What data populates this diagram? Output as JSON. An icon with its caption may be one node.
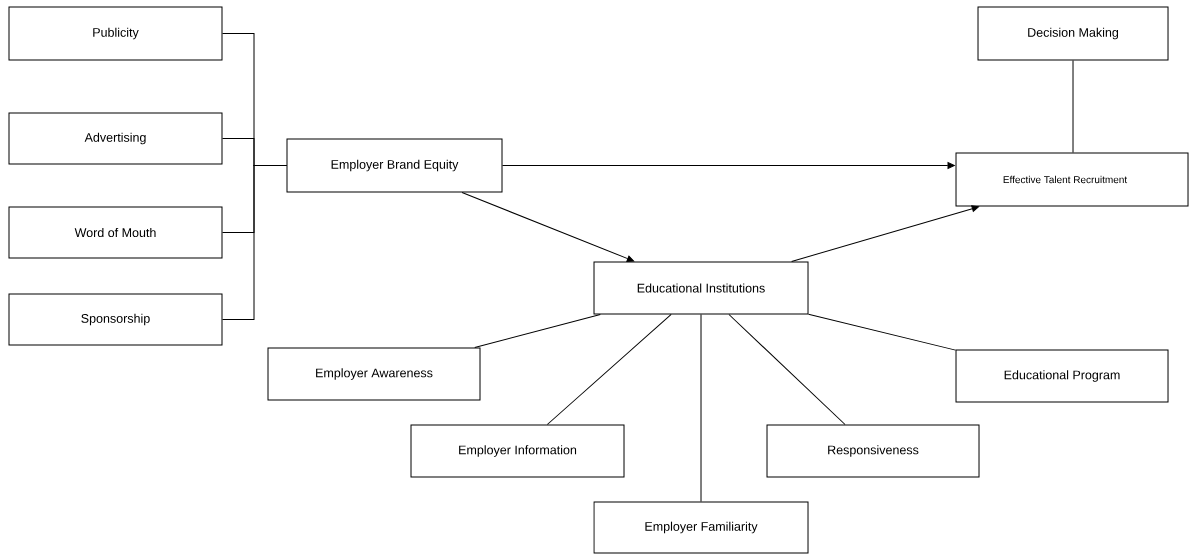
{
  "diagram": {
    "nodes": [
      {
        "text": [
          "Publicity"
        ]
      },
      {
        "text": [
          "Advertising"
        ]
      },
      {
        "text": [
          "Word of Mouth"
        ]
      },
      {
        "text": [
          "Sponsorship"
        ]
      },
      {
        "text": [
          "Employer Brand Equity"
        ]
      },
      {
        "text": [
          "Decision Making"
        ]
      },
      {
        "text": [
          "Effective Talent Recruitment"
        ]
      },
      {
        "text": [
          "Educational Institutions"
        ]
      },
      {
        "text": [
          "Employer Awareness"
        ]
      },
      {
        "text": [
          "Educational Program"
        ]
      },
      {
        "text": [
          "Employer Information"
        ]
      },
      {
        "text": [
          "Responsiveness"
        ]
      },
      {
        "text": [
          "Employer Familiarity"
        ]
      }
    ],
    "edges": [
      {
        "from": 0,
        "to": 4,
        "arrow": "none"
      },
      {
        "from": 1,
        "to": 4,
        "arrow": "none"
      },
      {
        "from": 2,
        "to": 4,
        "arrow": "none"
      },
      {
        "from": 3,
        "to": 4,
        "arrow": "none"
      },
      {
        "from": 4,
        "to": 6,
        "arrow": "to"
      },
      {
        "from": 4,
        "to": 7,
        "arrow": "to"
      },
      {
        "from": 7,
        "to": 6,
        "arrow": "to"
      },
      {
        "from": 5,
        "to": 6,
        "arrow": "none"
      },
      {
        "from": 7,
        "to": 8,
        "arrow": "none"
      },
      {
        "from": 7,
        "to": 10,
        "arrow": "none"
      },
      {
        "from": 7,
        "to": 12,
        "arrow": "none"
      },
      {
        "from": 7,
        "to": 11,
        "arrow": "none"
      },
      {
        "from": 7,
        "to": 9,
        "arrow": "none"
      }
    ]
  }
}
